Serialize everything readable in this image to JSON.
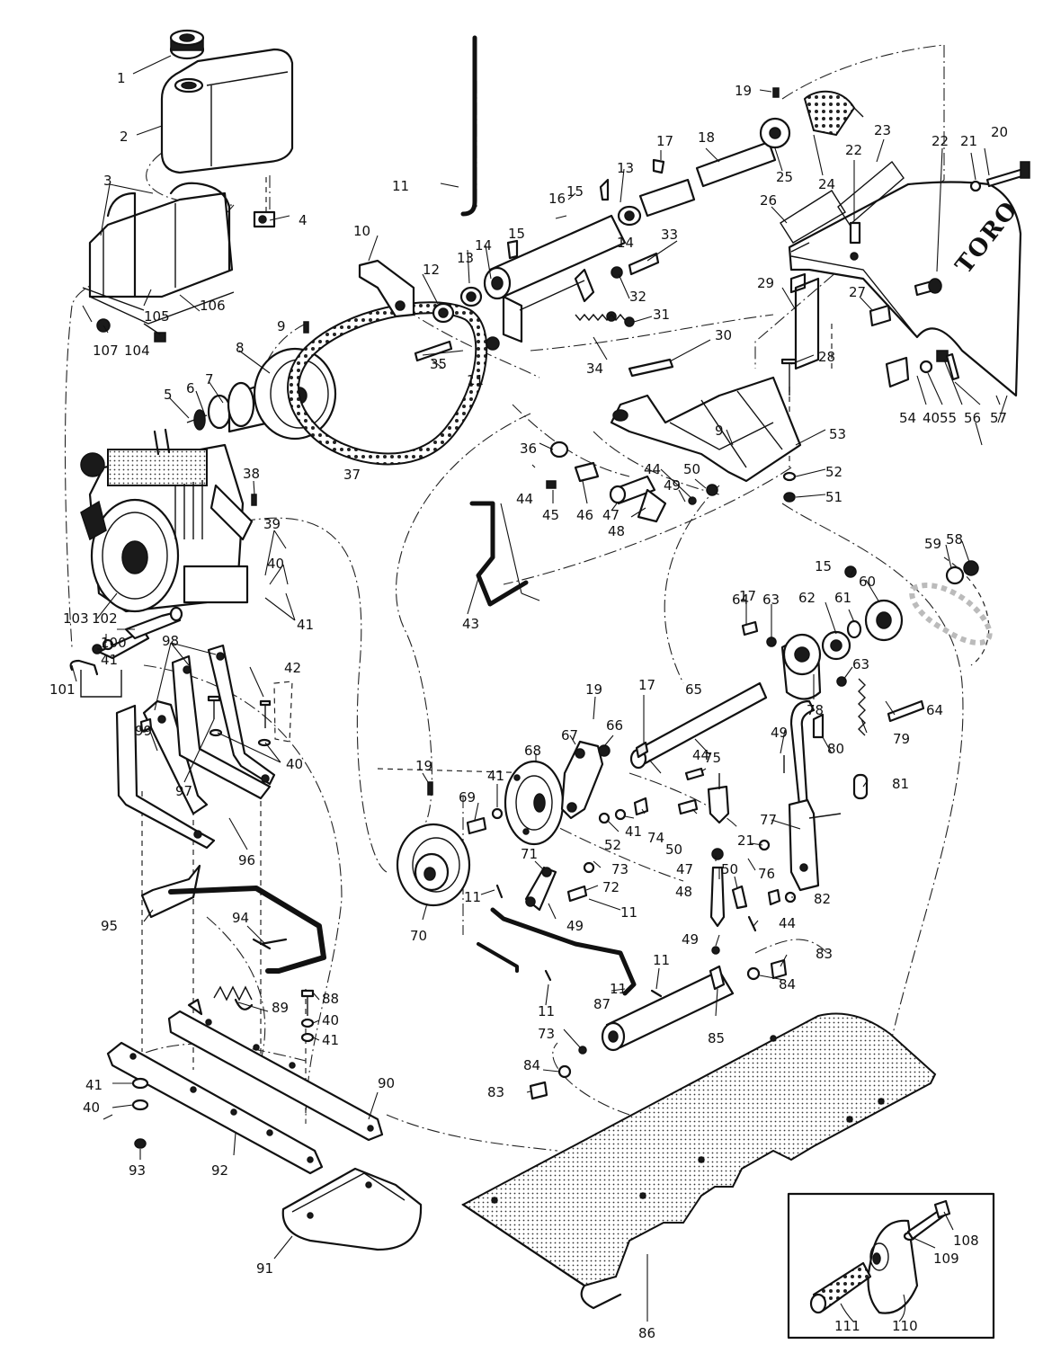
{
  "brand": {
    "logo_text": "TORO"
  },
  "colors": {
    "ink": "#111111",
    "paper": "#ffffff"
  },
  "callouts": [
    {
      "id": "c1",
      "label": "1"
    },
    {
      "id": "c2",
      "label": "2"
    },
    {
      "id": "c3",
      "label": "3"
    },
    {
      "id": "c4",
      "label": "4"
    },
    {
      "id": "c5",
      "label": "5"
    },
    {
      "id": "c6",
      "label": "6"
    },
    {
      "id": "c7",
      "label": "7"
    },
    {
      "id": "c8",
      "label": "8"
    },
    {
      "id": "c9a",
      "label": "9"
    },
    {
      "id": "c9b",
      "label": "9"
    },
    {
      "id": "c10",
      "label": "10"
    },
    {
      "id": "c11a",
      "label": "11"
    },
    {
      "id": "c11b",
      "label": "11"
    },
    {
      "id": "c11c",
      "label": "11"
    },
    {
      "id": "c11d",
      "label": "11"
    },
    {
      "id": "c11e",
      "label": "11"
    },
    {
      "id": "c11f",
      "label": "11"
    },
    {
      "id": "c11g",
      "label": "11"
    },
    {
      "id": "c12",
      "label": "12"
    },
    {
      "id": "c13a",
      "label": "13"
    },
    {
      "id": "c13b",
      "label": "13"
    },
    {
      "id": "c14a",
      "label": "14"
    },
    {
      "id": "c14b",
      "label": "14"
    },
    {
      "id": "c15a",
      "label": "15"
    },
    {
      "id": "c15b",
      "label": "15"
    },
    {
      "id": "c15c",
      "label": "15"
    },
    {
      "id": "c16",
      "label": "16"
    },
    {
      "id": "c17a",
      "label": "17"
    },
    {
      "id": "c17b",
      "label": "17"
    },
    {
      "id": "c17c",
      "label": "17"
    },
    {
      "id": "c18",
      "label": "18"
    },
    {
      "id": "c19a",
      "label": "19"
    },
    {
      "id": "c19b",
      "label": "19"
    },
    {
      "id": "c19c",
      "label": "19"
    },
    {
      "id": "c20",
      "label": "20"
    },
    {
      "id": "c21a",
      "label": "21"
    },
    {
      "id": "c21b",
      "label": "21"
    },
    {
      "id": "c22a",
      "label": "22"
    },
    {
      "id": "c22b",
      "label": "22"
    },
    {
      "id": "c23",
      "label": "23"
    },
    {
      "id": "c24",
      "label": "24"
    },
    {
      "id": "c25",
      "label": "25"
    },
    {
      "id": "c26",
      "label": "26"
    },
    {
      "id": "c27",
      "label": "27"
    },
    {
      "id": "c28",
      "label": "28"
    },
    {
      "id": "c29",
      "label": "29"
    },
    {
      "id": "c30",
      "label": "30"
    },
    {
      "id": "c31",
      "label": "31"
    },
    {
      "id": "c32",
      "label": "32"
    },
    {
      "id": "c33",
      "label": "33"
    },
    {
      "id": "c34",
      "label": "34"
    },
    {
      "id": "c35",
      "label": "35"
    },
    {
      "id": "c36",
      "label": "36"
    },
    {
      "id": "c37",
      "label": "37"
    },
    {
      "id": "c38",
      "label": "38"
    },
    {
      "id": "c39",
      "label": "39"
    },
    {
      "id": "c40a",
      "label": "40"
    },
    {
      "id": "c40b",
      "label": "40"
    },
    {
      "id": "c40c",
      "label": "40"
    },
    {
      "id": "c40d",
      "label": "40"
    },
    {
      "id": "c40e",
      "label": "40"
    },
    {
      "id": "c41a",
      "label": "41"
    },
    {
      "id": "c41b",
      "label": "41"
    },
    {
      "id": "c41c",
      "label": "41"
    },
    {
      "id": "c41d",
      "label": "41"
    },
    {
      "id": "c41e",
      "label": "41"
    },
    {
      "id": "c41f",
      "label": "41"
    },
    {
      "id": "c42",
      "label": "42"
    },
    {
      "id": "c43",
      "label": "43"
    },
    {
      "id": "c44a",
      "label": "44"
    },
    {
      "id": "c44b",
      "label": "44"
    },
    {
      "id": "c44c",
      "label": "44"
    },
    {
      "id": "c44d",
      "label": "44"
    },
    {
      "id": "c45",
      "label": "45"
    },
    {
      "id": "c46",
      "label": "46"
    },
    {
      "id": "c47a",
      "label": "47"
    },
    {
      "id": "c47b",
      "label": "47"
    },
    {
      "id": "c48a",
      "label": "48"
    },
    {
      "id": "c48b",
      "label": "48"
    },
    {
      "id": "c49a",
      "label": "49"
    },
    {
      "id": "c49b",
      "label": "49"
    },
    {
      "id": "c49c",
      "label": "49"
    },
    {
      "id": "c49d",
      "label": "49"
    },
    {
      "id": "c50a",
      "label": "50"
    },
    {
      "id": "c50b",
      "label": "50"
    },
    {
      "id": "c50c",
      "label": "50"
    },
    {
      "id": "c51",
      "label": "51"
    },
    {
      "id": "c52a",
      "label": "52"
    },
    {
      "id": "c52b",
      "label": "52"
    },
    {
      "id": "c53",
      "label": "53"
    },
    {
      "id": "c54",
      "label": "54"
    },
    {
      "id": "c55",
      "label": "55"
    },
    {
      "id": "c56",
      "label": "56"
    },
    {
      "id": "c57",
      "label": "57"
    },
    {
      "id": "c58",
      "label": "58"
    },
    {
      "id": "c59",
      "label": "59"
    },
    {
      "id": "c60",
      "label": "60"
    },
    {
      "id": "c61",
      "label": "61"
    },
    {
      "id": "c62",
      "label": "62"
    },
    {
      "id": "c63a",
      "label": "63"
    },
    {
      "id": "c63b",
      "label": "63"
    },
    {
      "id": "c64a",
      "label": "64"
    },
    {
      "id": "c64b",
      "label": "64"
    },
    {
      "id": "c65",
      "label": "65"
    },
    {
      "id": "c66",
      "label": "66"
    },
    {
      "id": "c67",
      "label": "67"
    },
    {
      "id": "c68",
      "label": "68"
    },
    {
      "id": "c69",
      "label": "69"
    },
    {
      "id": "c70",
      "label": "70"
    },
    {
      "id": "c71",
      "label": "71"
    },
    {
      "id": "c72",
      "label": "72"
    },
    {
      "id": "c73a",
      "label": "73"
    },
    {
      "id": "c73b",
      "label": "73"
    },
    {
      "id": "c74",
      "label": "74"
    },
    {
      "id": "c75",
      "label": "75"
    },
    {
      "id": "c76",
      "label": "76"
    },
    {
      "id": "c77",
      "label": "77"
    },
    {
      "id": "c78",
      "label": "78"
    },
    {
      "id": "c79",
      "label": "79"
    },
    {
      "id": "c80",
      "label": "80"
    },
    {
      "id": "c81",
      "label": "81"
    },
    {
      "id": "c82",
      "label": "82"
    },
    {
      "id": "c83a",
      "label": "83"
    },
    {
      "id": "c83b",
      "label": "83"
    },
    {
      "id": "c84a",
      "label": "84"
    },
    {
      "id": "c84b",
      "label": "84"
    },
    {
      "id": "c85",
      "label": "85"
    },
    {
      "id": "c86",
      "label": "86"
    },
    {
      "id": "c87",
      "label": "87"
    },
    {
      "id": "c88",
      "label": "88"
    },
    {
      "id": "c89",
      "label": "89"
    },
    {
      "id": "c90",
      "label": "90"
    },
    {
      "id": "c91",
      "label": "91"
    },
    {
      "id": "c92",
      "label": "92"
    },
    {
      "id": "c93",
      "label": "93"
    },
    {
      "id": "c94",
      "label": "94"
    },
    {
      "id": "c95",
      "label": "95"
    },
    {
      "id": "c96",
      "label": "96"
    },
    {
      "id": "c97",
      "label": "97"
    },
    {
      "id": "c98",
      "label": "98"
    },
    {
      "id": "c99",
      "label": "99"
    },
    {
      "id": "c100",
      "label": "100"
    },
    {
      "id": "c101",
      "label": "101"
    },
    {
      "id": "c102",
      "label": "102"
    },
    {
      "id": "c103",
      "label": "103"
    },
    {
      "id": "c104",
      "label": "104"
    },
    {
      "id": "c105",
      "label": "105"
    },
    {
      "id": "c106",
      "label": "106"
    },
    {
      "id": "c107",
      "label": "107"
    },
    {
      "id": "c108",
      "label": "108"
    },
    {
      "id": "c109",
      "label": "109"
    },
    {
      "id": "c110",
      "label": "110"
    },
    {
      "id": "c111",
      "label": "111"
    }
  ]
}
